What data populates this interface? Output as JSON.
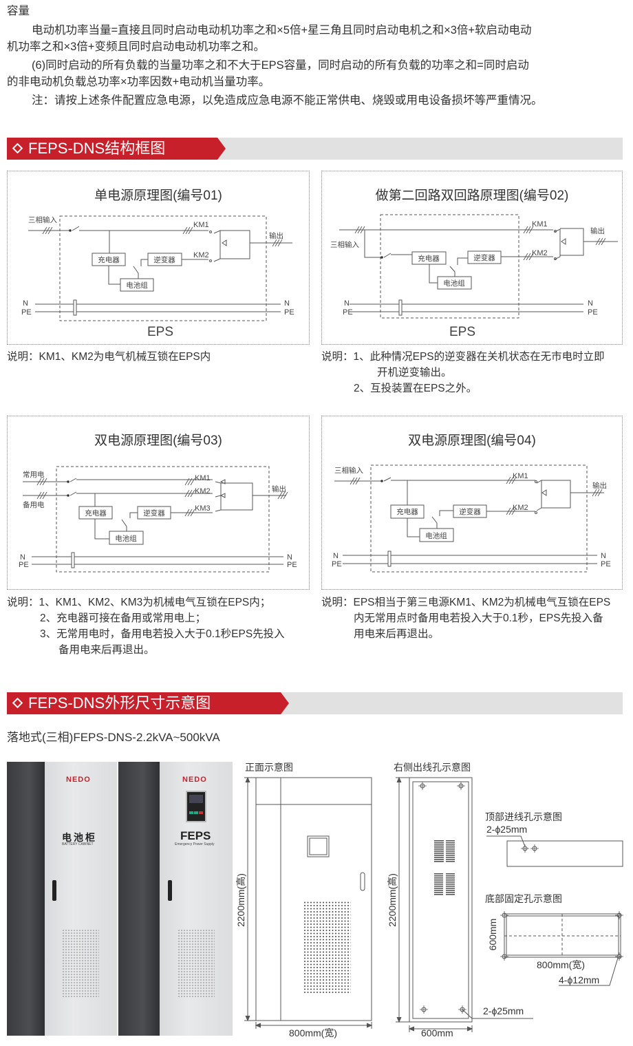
{
  "intro": {
    "heading": "容量",
    "lines": [
      "电动机功率当量=直接且同时启动电动机功率之和×5倍+星三角且同时启动电机之和×3倍+软启动电动",
      "机功率之和×3倍+变频且同时启动电动机功率之和。",
      "(6)同时启动的所有负载的当量功率之和不大于EPS容量，同时启动的所有负载的功率之和=同时启动",
      "的非电动机负载总功率×功率因数+电动机当量功率。",
      "注：请按上述条件配置应急电源，以免造成应急电源不能正常供电、烧毁或用电设备损坏等严重情况。"
    ]
  },
  "section1": {
    "title": "FEPS-DNS结构框图",
    "common": {
      "charger": "充电器",
      "inverter": "逆变器",
      "battery": "电池组",
      "output": "输出",
      "km1": "KM1",
      "km2": "KM2",
      "km3": "KM3",
      "n": "N",
      "pe": "PE",
      "eps": "EPS",
      "three_phase_input": "三相输入",
      "normal_power": "常用电",
      "backup_power": "备用电"
    },
    "diagrams": [
      {
        "title": "单电源原理图(编号01)",
        "notes": [
          "说明：KM1、KM2为电气机械互锁在EPS内"
        ]
      },
      {
        "title": "做第二回路双回路原理图(编号02)",
        "notes": [
          "说明：1、此种情况EPS的逆变器在关机状态在无市电时立即",
          "开机逆变输出。",
          "2、互投装置在EPS之外。"
        ]
      },
      {
        "title": "双电源原理图(编号03)",
        "notes": [
          "说明：1、KM1、KM2、KM3为机械电气互锁在EPS内；",
          "2、充电器可接在备用或常用电上；",
          "3、无常用电时，备用电若投入大于0.1秒EPS先投入",
          "备用电来后再退出。"
        ]
      },
      {
        "title": "双电源原理图(编号04)",
        "notes": [
          "说明：EPS相当于第三电源KM1、KM2为机械电气互锁在EPS",
          "内无常用点时备用电若投入大于0.1秒，EPS先投入备",
          "用电来后再退出。"
        ]
      }
    ]
  },
  "section2": {
    "title": "FEPS-DNS外形尺寸示意图",
    "subtitle": "落地式(三相)FEPS-DNS-2.2kVA~500kVA",
    "photo": {
      "brand": "NEDO",
      "battery_cabinet": "电池柜",
      "battery_cabinet_en": "BATTERY CABINET",
      "feps": "FEPS",
      "feps_en": "Emergency Power Supply"
    },
    "front_view": {
      "title": "正面示意图",
      "height": "2200mm(高)",
      "width": "800mm(宽)"
    },
    "side_view": {
      "title": "右侧出线孔示意图",
      "height": "2200mm(高)",
      "depth": "600mm",
      "holes": "2-ϕ25mm"
    },
    "top_view": {
      "title": "顶部进线孔示意图",
      "holes": "2-ϕ25mm"
    },
    "bottom_view": {
      "title": "底部固定孔示意图",
      "depth": "600mm",
      "width": "800mm(宽)",
      "holes": "4-ϕ12mm"
    }
  }
}
